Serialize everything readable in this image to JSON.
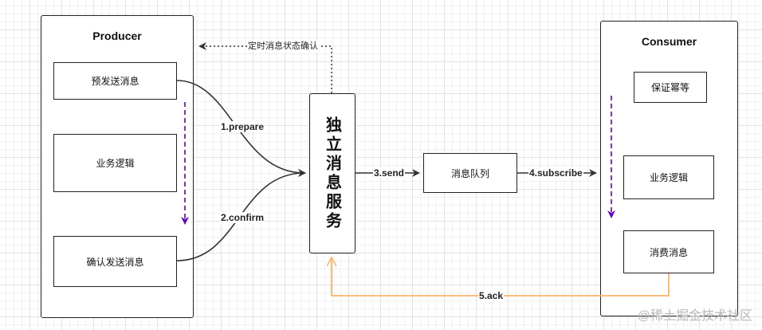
{
  "producer": {
    "title": "Producer",
    "steps": [
      "预发送消息",
      "业务逻辑",
      "确认发送消息"
    ]
  },
  "service": {
    "label": "独立消息服务"
  },
  "queue": {
    "label": "消息队列"
  },
  "consumer": {
    "title": "Consumer",
    "steps": [
      "保证幂等",
      "业务逻辑",
      "消费消息"
    ]
  },
  "arrows": {
    "prepare": "1.prepare",
    "confirm": "2.confirm",
    "send": "3.send",
    "subscribe": "4.subscribe",
    "ack": "5.ack",
    "check": "定时消息状态确认"
  },
  "watermark": "@稀土掘金技术社区",
  "colors": {
    "flow_arrow": "#6600cc",
    "ack_line": "#ffb366",
    "line": "#333333"
  }
}
